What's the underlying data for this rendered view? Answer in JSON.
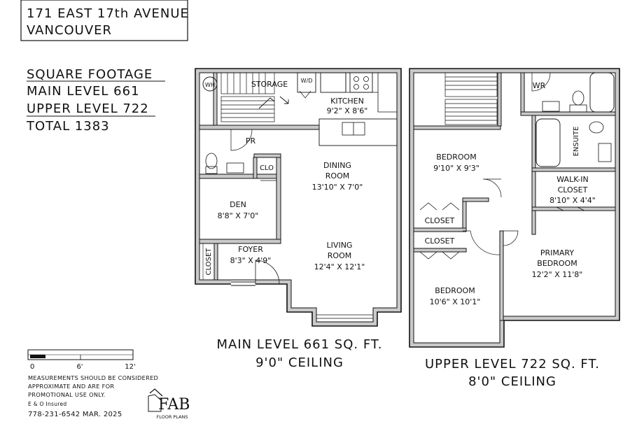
{
  "address": {
    "line1": "171 EAST 17th AVENUE",
    "line2": "VANCOUVER"
  },
  "square_footage": {
    "heading": "SQUARE FOOTAGE",
    "main": "MAIN LEVEL 661",
    "upper": "UPPER LEVEL 722",
    "total": "TOTAL 1383"
  },
  "main_level": {
    "title_line1": "MAIN LEVEL 661 SQ. FT.",
    "title_line2": "9'0\" CEILING",
    "rooms": {
      "wh": "WH",
      "storage": "STORAGE",
      "wd": "W/D",
      "kitchen_name": "KITCHEN",
      "kitchen_dim": "9'2\" X 8'6\"",
      "pr": "PR",
      "clo": "CLO",
      "dining_name1": "DINING",
      "dining_name2": "ROOM",
      "dining_dim": "13'10\" X 7'0\"",
      "den_name": "DEN",
      "den_dim": "8'8\" X 7'0\"",
      "foyer_name": "FOYER",
      "foyer_dim": "8'3\" X 4'9\"",
      "closet": "CLOSET",
      "living_name1": "LIVING",
      "living_name2": "ROOM",
      "living_dim": "12'4\" X 12'1\""
    }
  },
  "upper_level": {
    "title_line1": "UPPER LEVEL 722 SQ. FT.",
    "title_line2": "8'0\" CEILING",
    "rooms": {
      "wr": "WR",
      "bedroom1_name": "BEDROOM",
      "bedroom1_dim": "9'10\" X 9'3\"",
      "ensuite": "ENSUITE",
      "walkin_name1": "WALK-IN",
      "walkin_name2": "CLOSET",
      "walkin_dim": "8'10\" X 4'4\"",
      "closet1": "CLOSET",
      "closet2": "CLOSET",
      "primary_name1": "PRIMARY",
      "primary_name2": "BEDROOM",
      "primary_dim": "12'2\" X 11'8\"",
      "bedroom2_name": "BEDROOM",
      "bedroom2_dim": "10'6\" X 10'1\""
    }
  },
  "scale": {
    "t0": "0",
    "t1": "6'",
    "t2": "12'"
  },
  "disclaimer": {
    "line1": "MEASUREMENTS SHOULD BE CONSIDERED",
    "line2": "APPROXIMATE AND ARE FOR",
    "line3": "PROMOTIONAL USE ONLY.",
    "line4": "E & O Insured",
    "line5": "778-231-6542 MAR. 2025"
  },
  "logo": {
    "text": "FAB",
    "sub": "FLOOR PLANS"
  }
}
